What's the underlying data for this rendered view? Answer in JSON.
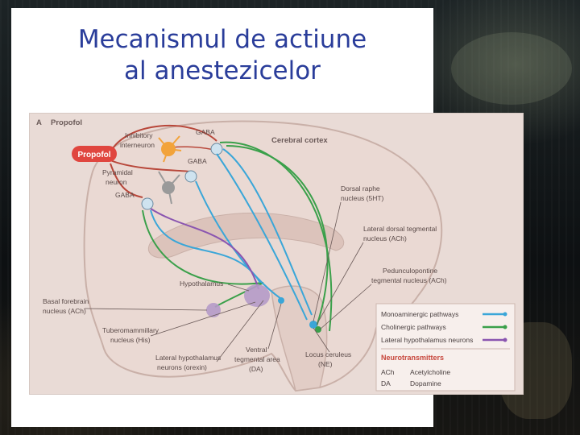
{
  "slide": {
    "title_line1": "Mecanismul de actiune",
    "title_line2": "al anestezicelor"
  },
  "figure": {
    "panel_letter": "A",
    "panel_title": "Propofol",
    "drug": "Propofol",
    "labels": {
      "inhibitory_interneuron_1": "Inhibitory",
      "inhibitory_interneuron_2": "interneuron",
      "gaba_top": "GABA",
      "gaba_mid": "GABA",
      "gaba_left": "GABA",
      "pyramidal_1": "Pyramidal",
      "pyramidal_2": "neuron",
      "cerebral_cortex": "Cerebral cortex",
      "dorsal_raphe_1": "Dorsal raphe",
      "dorsal_raphe_2": "nucleus (5HT)",
      "ldt_1": "Lateral dorsal tegmental",
      "ldt_2": "nucleus (ACh)",
      "ppt_1": "Pedunculopontine",
      "ppt_2": "tegmental nucleus (ACh)",
      "hypothalamus": "Hypothalamus",
      "basal_forebrain_1": "Basal forebrain",
      "basal_forebrain_2": "nucleus (ACh)",
      "tmn_1": "Tuberomammillary",
      "tmn_2": "nucleus (His)",
      "lat_hypo_1": "Lateral hypothalamus",
      "lat_hypo_2": "neurons (orexin)",
      "vta_1": "Ventral",
      "vta_2": "tegmental area",
      "vta_3": "(DA)",
      "lc_1": "Locus ceruleus",
      "lc_2": "(NE)"
    },
    "legend": {
      "items": [
        {
          "label": "Monoaminergic pathways",
          "color": "#3aa6d8"
        },
        {
          "label": "Cholinergic pathways",
          "color": "#3aa04a"
        },
        {
          "label": "Lateral hypothalamus neurons",
          "color": "#8a55b0"
        }
      ],
      "nt_heading": "Neurotransmitters",
      "nt_rows": [
        {
          "abbr": "ACh",
          "name": "Acetylcholine"
        },
        {
          "abbr": "DA",
          "name": "Dopamine"
        }
      ]
    },
    "colors": {
      "monoaminergic": "#3aa6d8",
      "cholinergic": "#3aa04a",
      "orexin": "#8a55b0",
      "inhibitory": "#b8473a",
      "propofol_badge": "#e0463f",
      "brain_fill": "#ead9d3"
    }
  }
}
